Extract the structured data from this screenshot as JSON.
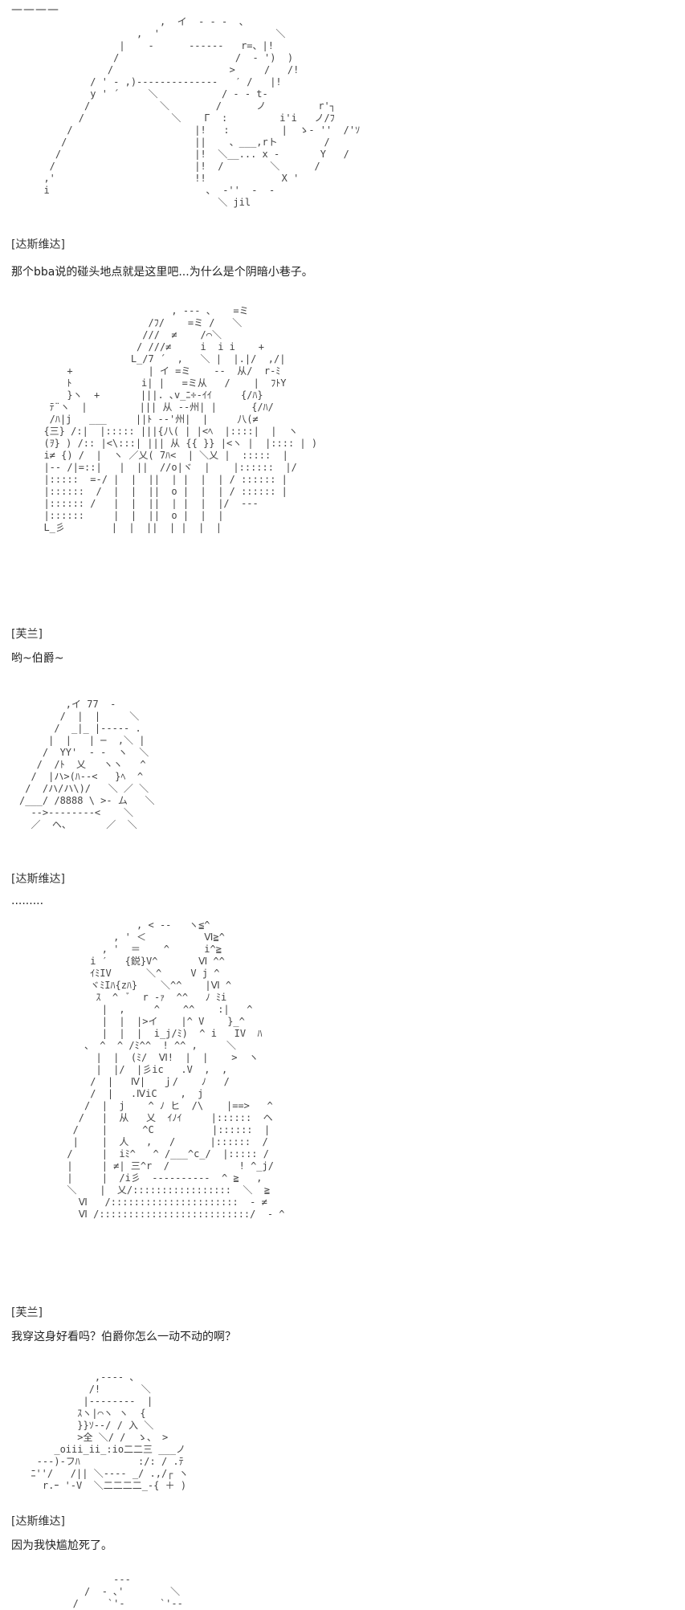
{
  "divider": "————",
  "panels": [
    {
      "art": "                      ,  イ  ‐ ‐ ‐  、\n                  ,  '                    ＼\n               |    -      ‐‐‐‐‐‐   r=、|!\n              /                    /  ‐ ')  )\n             /                    >     /   /!\n          / ' ‐ ,)‐‐‐‐‐‐‐‐‐‐‐‐‐‐   ′ /   |!\n          y ' ´     ＼           / ‐ ‐ t‐\n         /            ＼        /      ノ         r'┐\n        /               ＼    Γ  :         i'i   ノ/ﾌ\n      /                     |!   :         |  ゝ‐ ''  /'ｿ\n     /                      ||    、___,rト        /\n    /                       |!  ＼__... x ‐       Y   /\n   /                        |!  /        ＼      /\n  ,'                        !!             X '\n  i                           ､  ‐''  ‐  ‐\n                                ＼ jil",
      "speaker": "[达斯维达]",
      "line": "那个bba说的碰头地点就是这里吧...为什么是个阴暗小巷子。"
    },
    {
      "art": "                        , ‐‐‐ 、   =ミ\n                    /ﾌ/    =ミ /   ＼\n                   ///  ≠    /⌒＼\n                  / ///≠     i  i i    +\n                 L_/7 ´  ,   ＼ |  |.|/  ,/|\n      +             | イ =ミ    ‐‐  从/  r‐ﾐ\n      ﾄ            i| |   =ミ从   /    |  ﾌﾄY\n      }ヽ  +       |||. ､v_ﾆ÷‐ｲｲ     {/ﾊ}\n   ﾃ¨ヽ  |         ||| 从 ‐‐州| |      {/ﾊ/\n   /ﾊ|j   ___     ||ﾄ ‐‐'州|  |     八(≠\n  {三} /:|  |::::: |||{八( | |<ﾍ  |::::|  |  ヽ\n  (ｦ} ) /:: |<\\:::| ||| 从 {{ }} |<ヽ |  |:::: | )\n  i≠ {) /  |  ヽ ／乂( 7ﾊ<  | ＼乂 |  :::::  |\n  |‐‐ /|=::|   |  ||  //o|ヾ  |    |::::::  |/\n  |:::::  =-/ |  |  ||  | |  |  | / :::::: |\n  |::::::  /  |  |  ||  o |  |  | / :::::: |\n  |:::::: /   |  |  ||  | |  |  |/  ‐‐‐\n  |::::::     |  |  ||  o |  |  |\n  L_彡        |  |  ||  | |  |  |",
      "speaker": "[芙兰]",
      "line": "哟~伯爵~"
    },
    {
      "art": "        ,イ 77  ‐\n       /  |  |     ＼\n      /  _|_ |‐‐‐‐‐ .\n     |  |   | ─  ,＼ |\n    /  YY'  ‐ ‐  ヽ  ＼\n   /  /ﾄ  乂   ヽヽ   ^\n  /  |ハ>(ﾊ‐‐<   }ﾍ  ^\n /  /ハ/ハ\\)/   ＼ ／ ＼\n/___/ /8888 \\ >‐ ム   ＼\n  ‐‐>‐‐‐‐‐‐‐‐<    ＼\n  ／  ヘ、      ／  ＼",
      "speaker": "[达斯维达]",
      "line": "........."
    },
    {
      "art": "                  , < ‐‐   ヽ≦^\n              , ' ＜          Ⅵ≧^\n            , '  ＝    ^      i^≧\n          i ′   {鋭}V^       Ⅵ ^^\n          ｲﾐIV      ＼^     V j ^\n          ヾﾐIﾊ{zﾊ}    ＼^^    |Ⅵ ^\n           ｽ  ^  ﾞ  r ‐ｧ  ^^   ﾉ ﾐi\n            |  ,     ^    ^^    :|   ^\n            |  |  |>イ    |^ V    }_^\n            |  |  |  i_j/ﾐ)  ^ i   IV  ﾊ\n         、 ^  ^ /ﾐ^^  ! ^^ ,     ＼\n           |  |  (ﾐ/  Ⅵ!  |  |    >  ヽ\n           |  |/  |彡ic   .V  ,  ,\n          /  |   Ⅳ|   ｊ/    ﾉ   /\n          /  |   .ⅣiC    ,  j\n         /  |  j    ^ ﾉ ヒ  /\\    |==>   ^\n        /   |  从   乂  ｲﾉｲ     |::::::  ヘ\n       /    |      ^C          |::::::  |\n       |    |  人   ,   /      |::::::  /\n      /     |  iﾐ^   ^ /___^c_/  |::::: /\n      |     | ≠| 三^r  /            ! ^_j/\n      |     |  /i彡  ‐‐‐‐‐‐‐‐‐‐  ^ ≧   ,\n      ＼    |  乂/:::::::::::::::::  ＼  ≧\n        Ⅵ   /::::::::::::::::::::::  ‐ ≠\n        Ⅵ /::::::::::::::::::::::::::/  ‐ ^",
      "speaker": "[芙兰]",
      "line": "我穿这身好看吗？伯爵你怎么一动不动的啊？"
    },
    {
      "art": "             ,‐‐‐‐ 、\n            /!       ＼\n           |‐‐‐‐‐‐‐‐  |\n          ｽヽ|⌒ヽ ヽ  {\n          }}ｿ‐‐/ / 入 ＼\n          >全 ＼/ /  ゝ、 >\n      _oiii_ii_:io二二三 ___ノ\n   ‐‐‐)‐フﾊ          :/: / .ﾃ\n  ﾆ''/   /|| ＼‐‐‐‐ _/ .,/┌ ヽ\n    r.ｰ '‐V  ＼二二二二_‐{ ＋ )",
      "speaker": "[达斯维达]",
      "line": "因为我快尴尬死了。"
    },
    {
      "art": "              ‐‐‐\n         /  ‐ ､'        ＼\n       /     `'‐      `'‐‐"
    }
  ]
}
